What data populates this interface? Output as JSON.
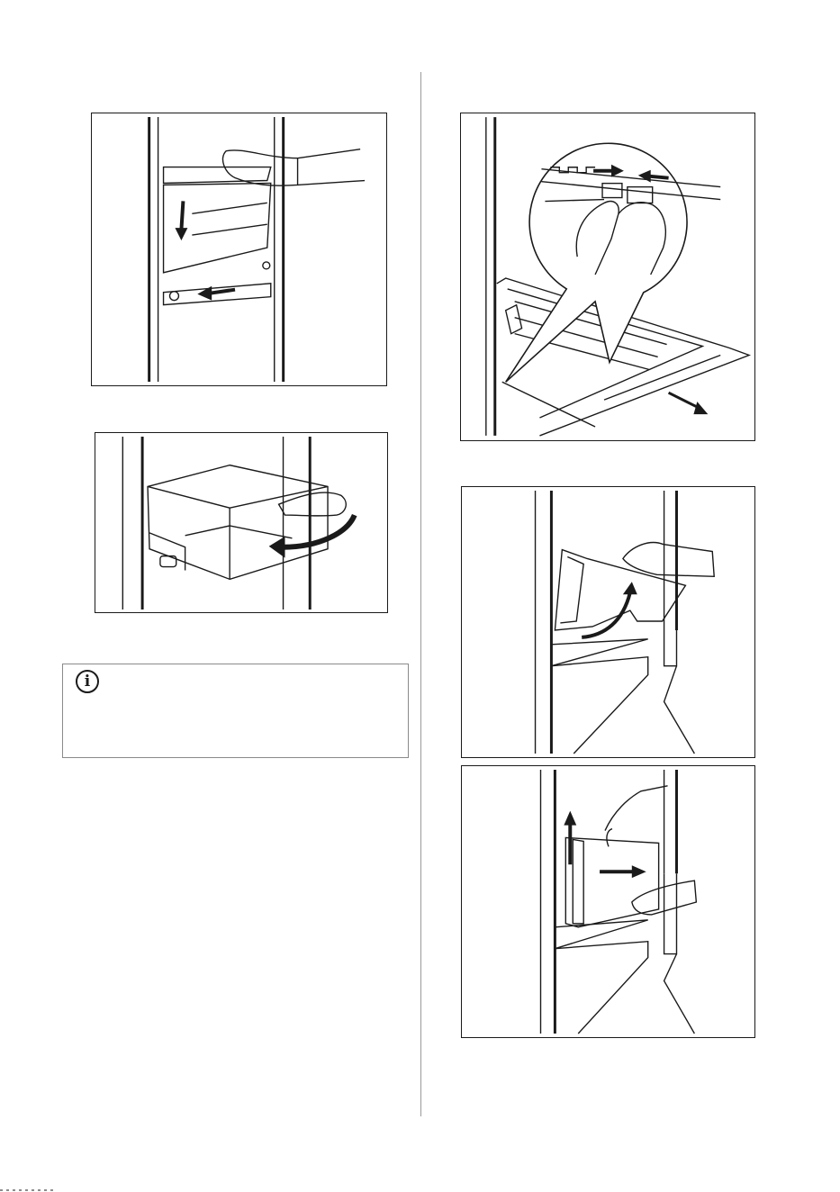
{
  "info_note": {
    "icon": "info-icon",
    "symbol": "i",
    "text": ""
  },
  "figures": [
    {
      "id": "fig-drawer-track-release",
      "icon": "down-arrow-icon"
    },
    {
      "id": "fig-drawer-tilt-out",
      "icon": "curved-arrow-icon"
    },
    {
      "id": "fig-shelf-clip-detail",
      "icon": "magnifier-callout-icon"
    },
    {
      "id": "fig-cover-lift",
      "icon": "curved-up-arrow-icon"
    },
    {
      "id": "fig-cover-pull-out",
      "icon": "up-and-right-arrow-icon"
    }
  ],
  "colors": {
    "line": "#1a1a1a",
    "rule": "#9a9a9a",
    "box_border": "#8a8a8a"
  }
}
